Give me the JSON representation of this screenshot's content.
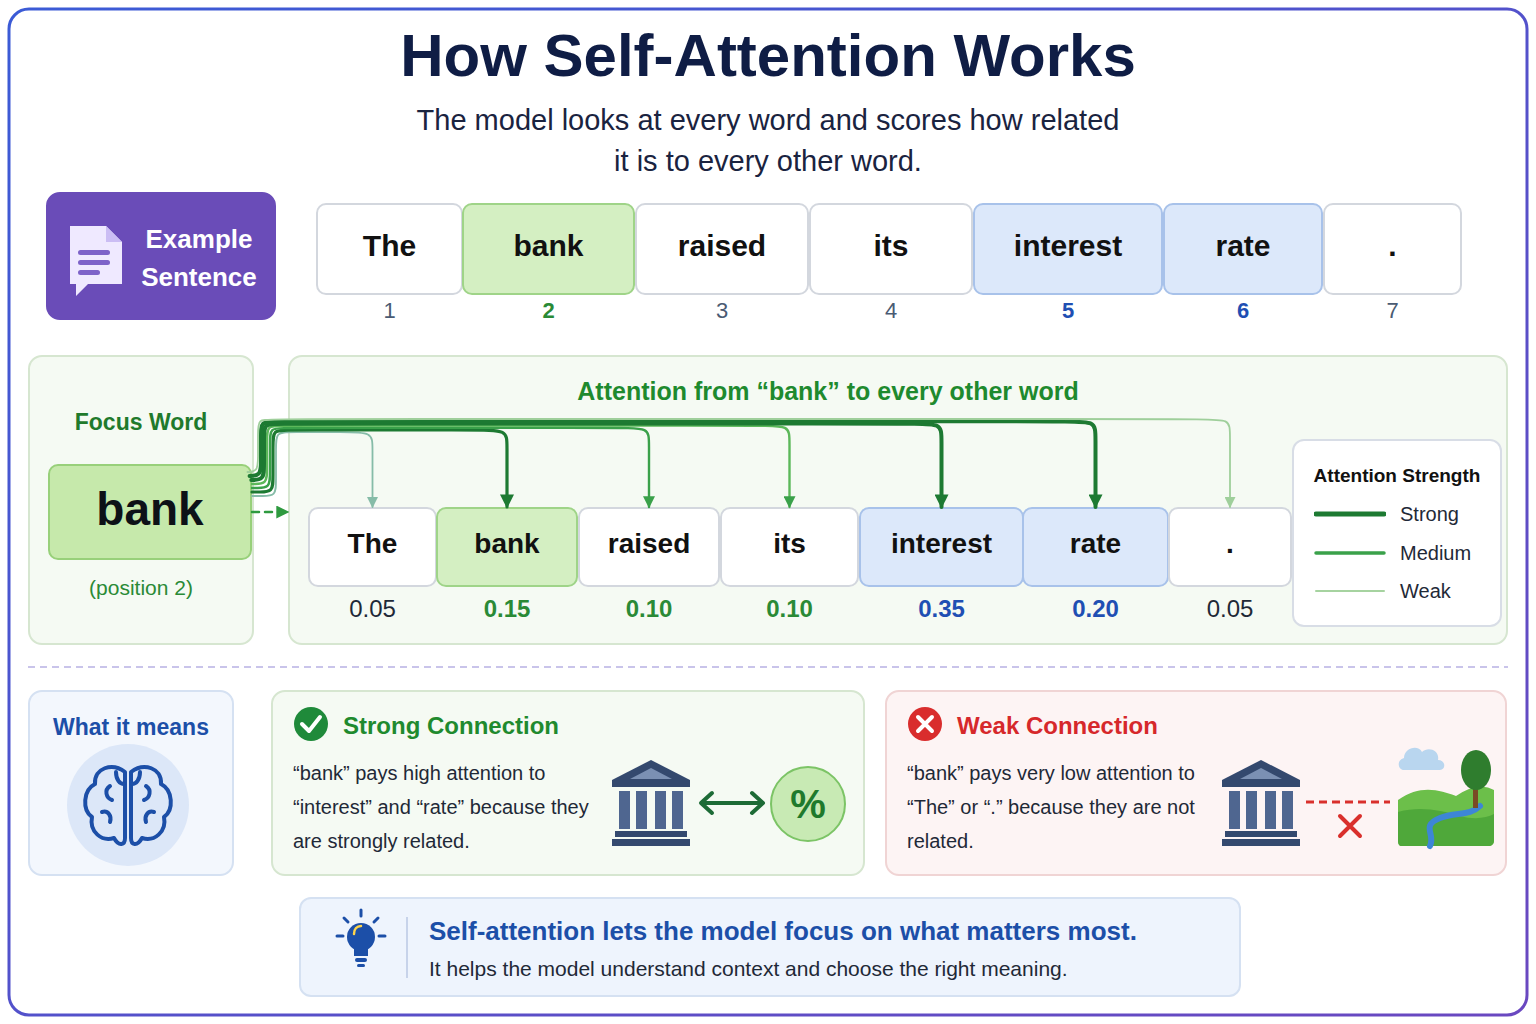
{
  "diagram": {
    "title": "How Self-Attention Works",
    "nodes": [
      {
        "text": [
          "Example Sentence"
        ]
      },
      {
        "text": [
          "The",
          "1"
        ]
      },
      {
        "text": [
          "bank",
          "2"
        ]
      },
      {
        "text": [
          "raised",
          "3"
        ]
      },
      {
        "text": [
          "its",
          "4"
        ]
      },
      {
        "text": [
          "interest",
          "5"
        ]
      },
      {
        "text": [
          "rate",
          "6"
        ]
      },
      {
        "text": [
          ".",
          "7"
        ]
      },
      {
        "text": [
          "Focus Word",
          "(position 2)"
        ]
      },
      {
        "text": [
          "bank"
        ],
        "in": 8
      },
      {
        "text": [
          "Attention from “bank” to every other word"
        ]
      },
      {
        "text": [
          "The",
          "0.05"
        ],
        "in": 10
      },
      {
        "text": [
          "bank",
          "0.15"
        ],
        "in": 10
      },
      {
        "text": [
          "raised",
          "0.10"
        ],
        "in": 10
      },
      {
        "text": [
          "its",
          "0.10"
        ],
        "in": 10
      },
      {
        "text": [
          "interest",
          "0.35"
        ],
        "in": 10
      },
      {
        "text": [
          "rate",
          "0.20"
        ],
        "in": 10
      },
      {
        "text": [
          ".",
          "0.05"
        ],
        "in": 10
      },
      {
        "text": [
          "Attention Strength"
        ],
        "in": 10
      },
      {
        "text": [
          "What it means"
        ]
      },
      {
        "text": [
          "Strong Connection",
          "“bank” pays high attention to “interest” and “rate” because they are strongly related."
        ]
      },
      {
        "text": [
          "Weak Connection",
          "“bank” pays very low attention to “The” or “.” because they are not related."
        ]
      },
      {
        "text": [
          "Self-attention lets the model focus on what matters most.",
          "It helps the model understand context and choose the right meaning."
        ]
      }
    ],
    "edges": [
      {
        "from": 9,
        "to": 10,
        "arrow": "to"
      },
      {
        "from": 9,
        "to": 11,
        "arrow": "to"
      },
      {
        "from": 9,
        "to": 12,
        "arrow": "to"
      },
      {
        "from": 9,
        "to": 13,
        "arrow": "to"
      },
      {
        "from": 9,
        "to": 14,
        "arrow": "to"
      },
      {
        "from": 9,
        "to": 15,
        "arrow": "to"
      },
      {
        "from": 9,
        "to": 16,
        "arrow": "to"
      },
      {
        "from": 9,
        "to": 17,
        "arrow": "to"
      }
    ],
    "labels": [
      "The model looks at every word and scores how related it is to every other word.",
      "%"
    ],
    "legend": [
      {
        "text": "Strong"
      },
      {
        "text": "Medium"
      },
      {
        "text": "Weak"
      }
    ]
  }
}
